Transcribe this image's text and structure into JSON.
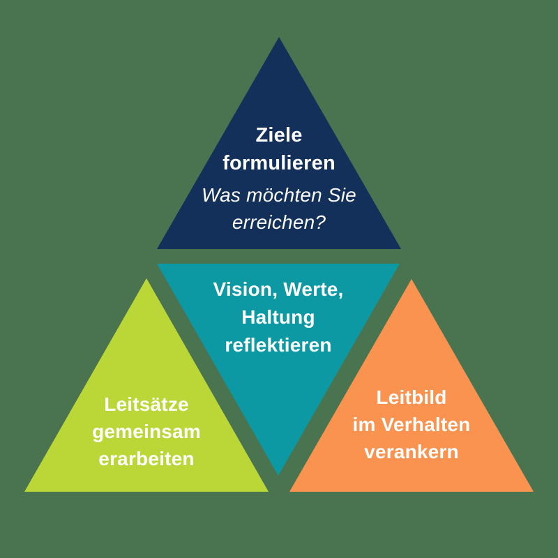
{
  "background_color": "#4A7350",
  "text_color": "#FFFFFF",
  "triangles": {
    "top": {
      "color": "#12305A",
      "title_lines": [
        "Ziele",
        "formulieren"
      ],
      "subtitle_lines": [
        "Was möchten Sie",
        "erreichen?"
      ]
    },
    "center": {
      "color": "#0D99A4",
      "lines": [
        "Vision, Werte,",
        "Haltung",
        "reflektieren"
      ]
    },
    "left": {
      "color": "#BBD737",
      "lines": [
        "Leitsätze",
        "gemeinsam",
        "erarbeiten"
      ]
    },
    "right": {
      "color": "#F9934F",
      "lines": [
        "Leitbild",
        "im Verhalten",
        "verankern"
      ]
    }
  }
}
